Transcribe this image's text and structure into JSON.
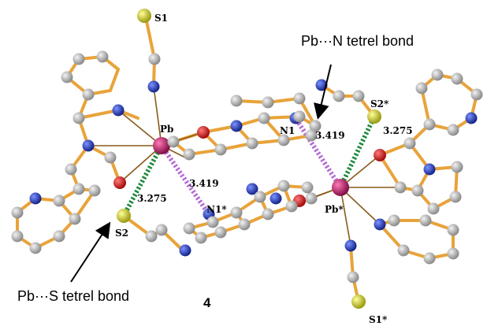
{
  "atom_labels": {
    "s1": "S1",
    "pb": "Pb",
    "s2": "S2",
    "n1": "N1",
    "n1_star": "N1*",
    "s2_star": "S2*",
    "pb_star": "Pb*",
    "s1_star": "S1*"
  },
  "distances": {
    "pb_n_left": "3.419",
    "pb_s_left": "3.275",
    "pb_n_right": "3.419",
    "pb_s_right": "3.275"
  },
  "callouts": {
    "pb_n": "Pb···N tetrel bond",
    "pb_s": "Pb···S tetrel bond"
  },
  "compound_number": "4",
  "colors": {
    "carbon": "#a9a9a9",
    "nitrogen": "#2a46b8",
    "oxygen": "#d81e1e",
    "sulfur": "#d8d828",
    "lead": "#c0206e",
    "bond": "#e8a33a",
    "pb_s_contact": "#1c8a3a",
    "pb_n_contact": "#b46ad6"
  }
}
